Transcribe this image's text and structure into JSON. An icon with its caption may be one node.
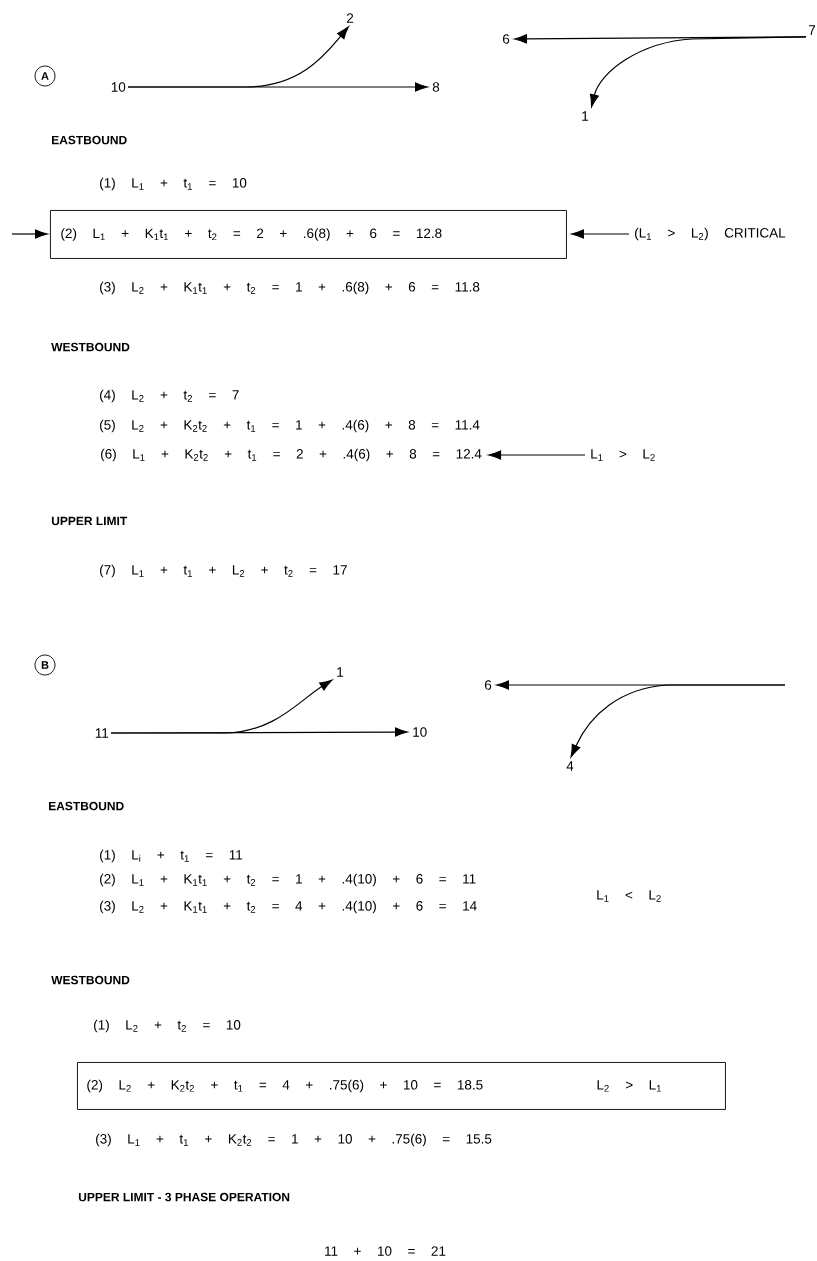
{
  "diagram": {
    "nodes": [
      {
        "text": [
          "A"
        ]
      },
      {
        "text": [
          "10"
        ]
      },
      {
        "text": [
          "2"
        ]
      },
      {
        "text": [
          "8"
        ]
      },
      {
        "text": [
          "7"
        ]
      },
      {
        "text": [
          "6"
        ]
      },
      {
        "text": [
          "1"
        ]
      },
      {
        "text": [
          "(2) L$_{1}$ + K$_{1}$t$_{1}$ + t$_{2}$ = 2 + .6(8) + 6 = 12.8"
        ]
      },
      {
        "text": [
          "(L$_{1}$ > L$_{2}$) CRITICAL"
        ]
      },
      {
        "text": [
          "(6) L$_{1}$ + K$_{2}$t$_{2}$ + t$_{1}$ = 2 + .4(6) + 8 = 12.4"
        ]
      },
      {
        "text": [
          "L$_{1}$ > L$_{2}$"
        ]
      },
      {
        "text": [
          "B"
        ]
      },
      {
        "text": [
          "11"
        ]
      },
      {
        "text": [
          "1"
        ]
      },
      {
        "text": [
          "10"
        ]
      },
      {
        "text": [
          "6"
        ]
      },
      {
        "text": [
          "4"
        ]
      },
      {
        "text": [
          "(2) L$_{2}$ + K$_{2}$t$_{2}$ + t$_{1}$ = 4 + .75(6) + 10 = 18.5",
          "L$_{2}$ > L$_{1}$"
        ]
      }
    ],
    "edges": [
      {
        "from": 1,
        "to": 2,
        "arrow": "to"
      },
      {
        "from": 1,
        "to": 3,
        "arrow": "to"
      },
      {
        "from": 4,
        "to": 5,
        "arrow": "to"
      },
      {
        "from": 4,
        "to": 6,
        "arrow": "to"
      },
      {
        "from": null,
        "to": 7,
        "arrow": "to"
      },
      {
        "from": 8,
        "to": 7,
        "arrow": "to"
      },
      {
        "from": 10,
        "to": 9,
        "arrow": "to"
      },
      {
        "from": 12,
        "to": 13,
        "arrow": "to"
      },
      {
        "from": 12,
        "to": 14,
        "arrow": "to"
      },
      {
        "from": null,
        "to": 15,
        "arrow": "to"
      },
      {
        "from": null,
        "to": 16,
        "arrow": "to"
      }
    ],
    "labels": [
      "EASTBOUND",
      "(1) L$_{1}$ + t$_{1}$ = 10",
      "(3) L$_{2}$ + K$_{1}$t$_{1}$ + t$_{2}$ = 1 + .6(8) + 6 = 11.8",
      "WESTBOUND",
      "(4) L$_{2}$ + t$_{2}$ = 7",
      "(5) L$_{2}$ + K$_{2}$t$_{2}$ + t$_{1}$ = 1 + .4(6) + 8 = 11.4",
      "UPPER LIMIT",
      "(7) L$_{1}$ + t$_{1}$ + L$_{2}$ + t$_{2}$ = 17",
      "EASTBOUND",
      "(1) L$_{i}$ + t$_{1}$ = 11",
      "(2) L$_{1}$ + K$_{1}$t$_{1}$ + t$_{2}$ = 1 + .4(10) + 6 = 11",
      "(3) L$_{2}$ + K$_{1}$t$_{1}$ + t$_{2}$ = 4 + .4(10) + 6 = 14",
      "L$_{1}$ < L$_{2}$",
      "WESTBOUND",
      "(1) L$_{2}$ + t$_{2}$ = 10",
      "(3) L$_{1}$ + t$_{1}$ + K$_{2}$t$_{2}$ = 1 + 10 + .75(6) = 15.5",
      "UPPER LIMIT - 3 PHASE OPERATION",
      "11 + 10 = 21"
    ]
  }
}
